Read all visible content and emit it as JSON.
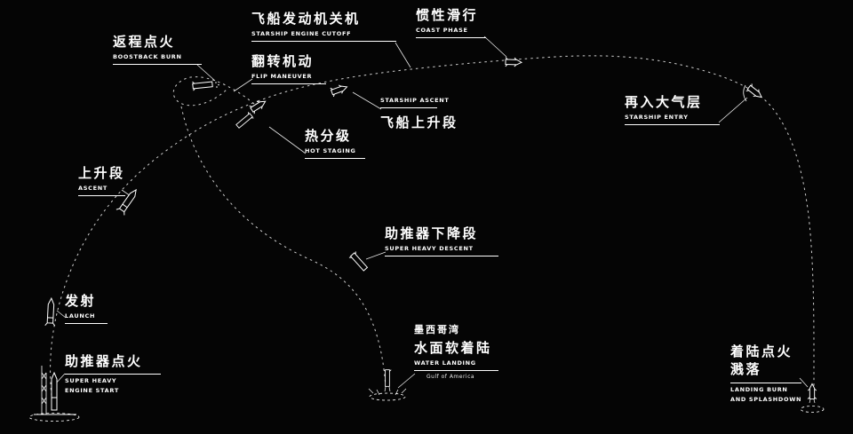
{
  "colors": {
    "background": "#050505",
    "foreground": "#ffffff"
  },
  "labels": {
    "boostback": {
      "zh": "返程点火",
      "en": "BOOSTBACK BURN"
    },
    "cutoff": {
      "zh": "飞船发动机关机",
      "en": "STARSHIP ENGINE CUTOFF"
    },
    "coast": {
      "zh": "惯性滑行",
      "en": "COAST PHASE"
    },
    "flip": {
      "zh": "翻转机动",
      "en": "FLIP MANEUVER"
    },
    "shipAscent": {
      "en": "STARSHIP ASCENT",
      "zh": "飞船上升段"
    },
    "entry": {
      "zh": "再入大气层",
      "en": "STARSHIP ENTRY"
    },
    "hotStaging": {
      "zh": "热分级",
      "en": "HOT STAGING"
    },
    "ascent": {
      "zh": "上升段",
      "en": "ASCENT"
    },
    "shDescent": {
      "zh": "助推器下降段",
      "en": "SUPER HEAVY DESCENT"
    },
    "launch": {
      "zh": "发射",
      "en": "LAUNCH"
    },
    "engineStart": {
      "zh": "助推器点火",
      "en1": "SUPER HEAVY",
      "en2": "ENGINE START"
    },
    "waterLanding": {
      "zh_region": "墨西哥湾",
      "zh": "水面软着陆",
      "en": "WATER LANDING",
      "en_sub": "Gulf of America"
    },
    "landingBurn": {
      "zh1": "着陆点火",
      "zh2": "溅落",
      "en1": "LANDING BURN",
      "en2": "AND SPLASHDOWN"
    }
  },
  "icons": [
    "launch-pad-icon",
    "rocket-stack-icon",
    "starship-icon",
    "super-heavy-booster-icon",
    "entry-plasma-icon",
    "splash-icon",
    "flame-icon"
  ]
}
